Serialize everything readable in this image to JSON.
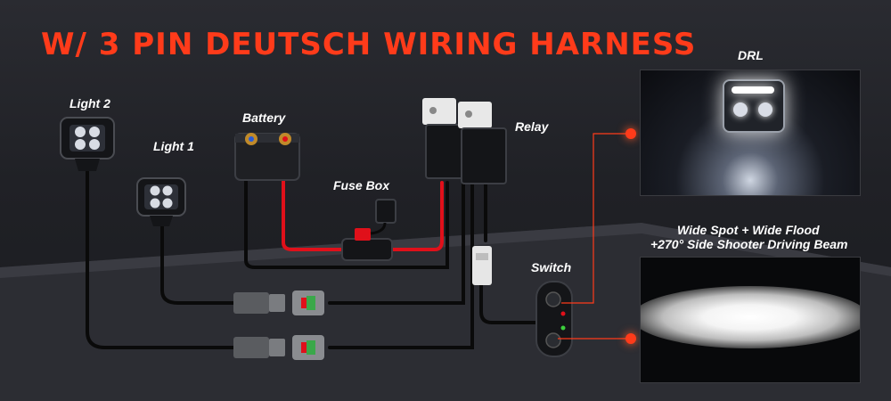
{
  "title": "W/ 3 PIN DEUTSCH WIRING HARNESS",
  "labels": {
    "light2": "Light 2",
    "light1": "Light 1",
    "battery": "Battery",
    "fuse_box": "Fuse Box",
    "relay": "Relay",
    "switch": "Switch",
    "drl": "DRL",
    "beam_line1": "Wide Spot + Wide Flood",
    "beam_line2": "+270° Side Shooter Driving Beam"
  },
  "icons": [
    "light-icon",
    "battery-icon",
    "fuse-box-icon",
    "relay-icon",
    "switch-icon",
    "deutsch-connector-icon"
  ],
  "colors": {
    "accent": "#ff3b1a",
    "positive_wire": "#e0101a",
    "wire": "#0a0a0a",
    "text": "#ffffff"
  }
}
